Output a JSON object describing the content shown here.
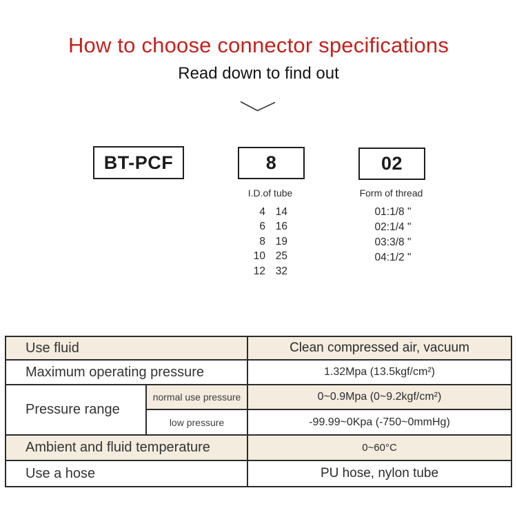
{
  "header": {
    "title": "How to choose connector specifications",
    "subtitle": "Read down to find out",
    "title_color": "#c3221e"
  },
  "model": {
    "prefix": "BT-PCF",
    "tube_code": "8",
    "thread_code": "02",
    "tube_label": "I.D.of tube",
    "thread_label": "Form of thread",
    "tube_sizes": [
      [
        "4",
        "14"
      ],
      [
        "6",
        "16"
      ],
      [
        "8",
        "19"
      ],
      [
        "10",
        "25"
      ],
      [
        "12",
        "32"
      ]
    ],
    "thread_options": [
      "01:1/8 \"",
      "02:1/4 \"",
      "03:3/8 \"",
      "04:1/2 \""
    ]
  },
  "spec_table": {
    "use_fluid": {
      "label": "Use fluid",
      "value": "Clean compressed air, vacuum"
    },
    "max_pressure": {
      "label": "Maximum operating pressure",
      "value": "1.32Mpa (13.5kgf/cm²)"
    },
    "pressure_range": {
      "label": "Pressure range",
      "normal": {
        "label": "normal use pressure",
        "value": "0~0.9Mpa (0~9.2kgf/cm²)"
      },
      "low": {
        "label": "low pressure",
        "value": "-99.99~0Kpa (-750~0mmHg)"
      }
    },
    "temperature": {
      "label": "Ambient and fluid temperature",
      "value": "0~60°C"
    },
    "hose": {
      "label": "Use a hose",
      "value": "PU hose, nylon tube"
    },
    "stripe_color": "#f3ecdf",
    "border_color": "#2b2b2b"
  }
}
